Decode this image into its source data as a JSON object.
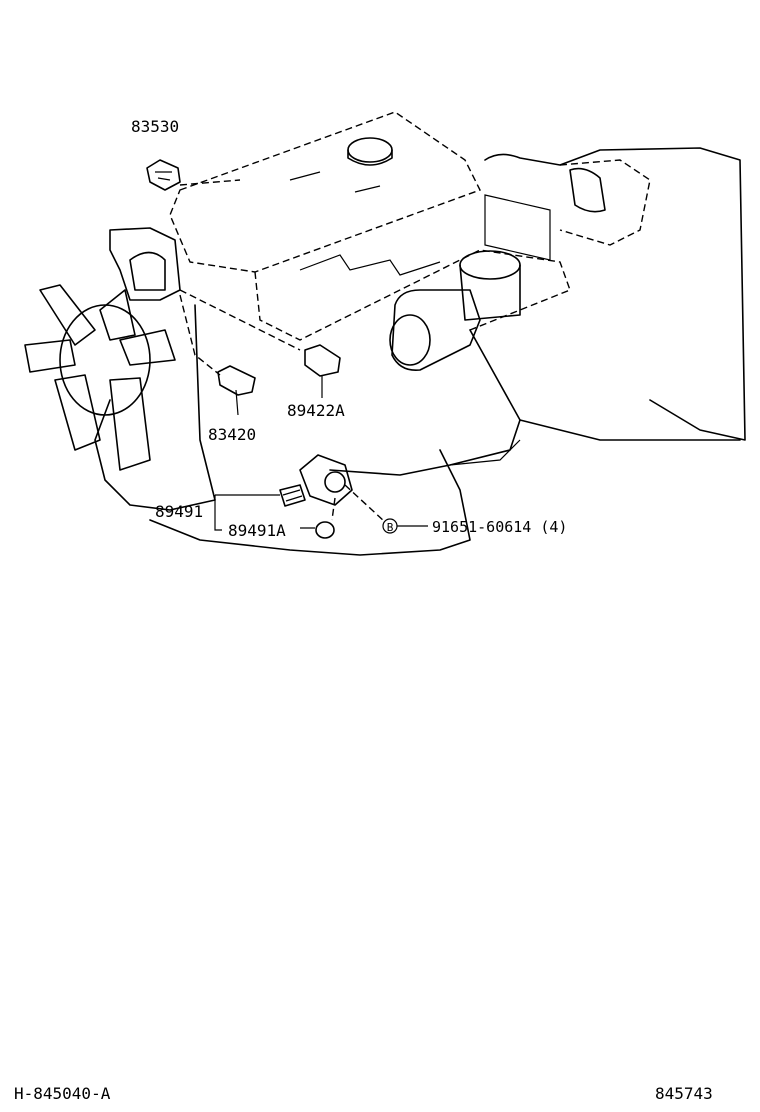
{
  "labels": {
    "part_83530": "83530",
    "part_83420": "83420",
    "part_89422a": "89422A",
    "part_89491": "89491",
    "part_89491a": "89491A",
    "part_91651": "91651-60614 (4)",
    "bolt_marker": "B"
  },
  "footer": {
    "left_code": "H-845040-A",
    "right_code": "845743"
  }
}
